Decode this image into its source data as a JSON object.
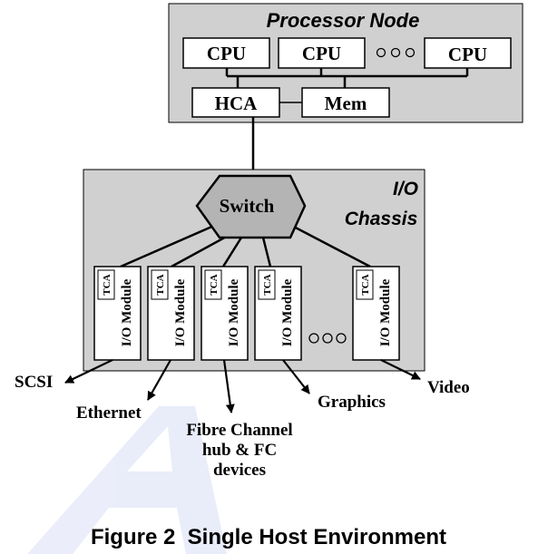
{
  "processor_node": {
    "title": "Processor Node",
    "cpus": [
      "CPU",
      "CPU",
      "CPU"
    ],
    "hca": "HCA",
    "mem": "Mem"
  },
  "io_chassis": {
    "title_line1": "I/O",
    "title_line2": "Chassis",
    "switch": "Switch",
    "modules": [
      {
        "tca": "TCA",
        "label": "I/O Module"
      },
      {
        "tca": "TCA",
        "label": "I/O Module"
      },
      {
        "tca": "TCA",
        "label": "I/O Module"
      },
      {
        "tca": "TCA",
        "label": "I/O Module"
      },
      {
        "tca": "TCA",
        "label": "I/O Module"
      }
    ]
  },
  "devices": {
    "scsi": "SCSI",
    "ethernet": "Ethernet",
    "fibre_line1": "Fibre Channel",
    "fibre_line2": "hub & FC",
    "fibre_line3": "devices",
    "graphics": "Graphics",
    "video": "Video"
  },
  "caption": "Figure 2  Single Host Environment",
  "colors": {
    "panel_fill": "#d0d0d0",
    "switch_fill": "#b4b4b4",
    "watermark": "#1e3cc8"
  }
}
